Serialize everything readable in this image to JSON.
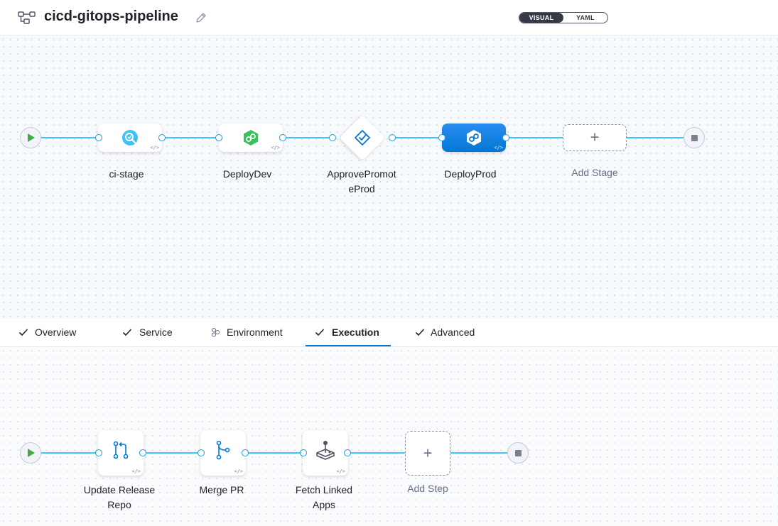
{
  "header": {
    "pipeline_icon": "pipeline-icon",
    "title": "cicd-gitops-pipeline",
    "edit_icon": "pencil-icon",
    "toggle": {
      "visual": "VISUAL",
      "yaml": "YAML",
      "selected": "VISUAL"
    }
  },
  "stages": [
    {
      "name": "ci-stage",
      "icon": "ci-build-icon",
      "selected": false
    },
    {
      "name": "DeployDev",
      "icon": "deploy-cd-icon",
      "selected": false
    },
    {
      "name": "ApprovePromoteProd",
      "label_line1": "ApprovePromot",
      "label_line2": "eProd",
      "icon": "approval-icon",
      "selected": false
    },
    {
      "name": "DeployProd",
      "icon": "deploy-cd-icon",
      "selected": true
    }
  ],
  "add_stage": "Add Stage",
  "tabs": [
    {
      "label": "Overview",
      "icon": "check-icon"
    },
    {
      "label": "Service",
      "icon": "check-icon"
    },
    {
      "label": "Environment",
      "icon": "environment-icon"
    },
    {
      "label": "Execution",
      "icon": "check-icon",
      "active": true
    },
    {
      "label": "Advanced",
      "icon": "check-icon"
    }
  ],
  "steps": [
    {
      "label_line1": "Update Release",
      "label_line2": "Repo",
      "icon": "git-pull-request-icon"
    },
    {
      "label_line1": "Merge PR",
      "label_line2": "",
      "icon": "git-merge-icon"
    },
    {
      "label_line1": "Fetch Linked",
      "label_line2": "Apps",
      "icon": "joystick-icon"
    }
  ],
  "add_step": "Add Step",
  "colors": {
    "accent": "#0278d5",
    "edge": "#3dc7f6",
    "start": "#42ab45"
  }
}
